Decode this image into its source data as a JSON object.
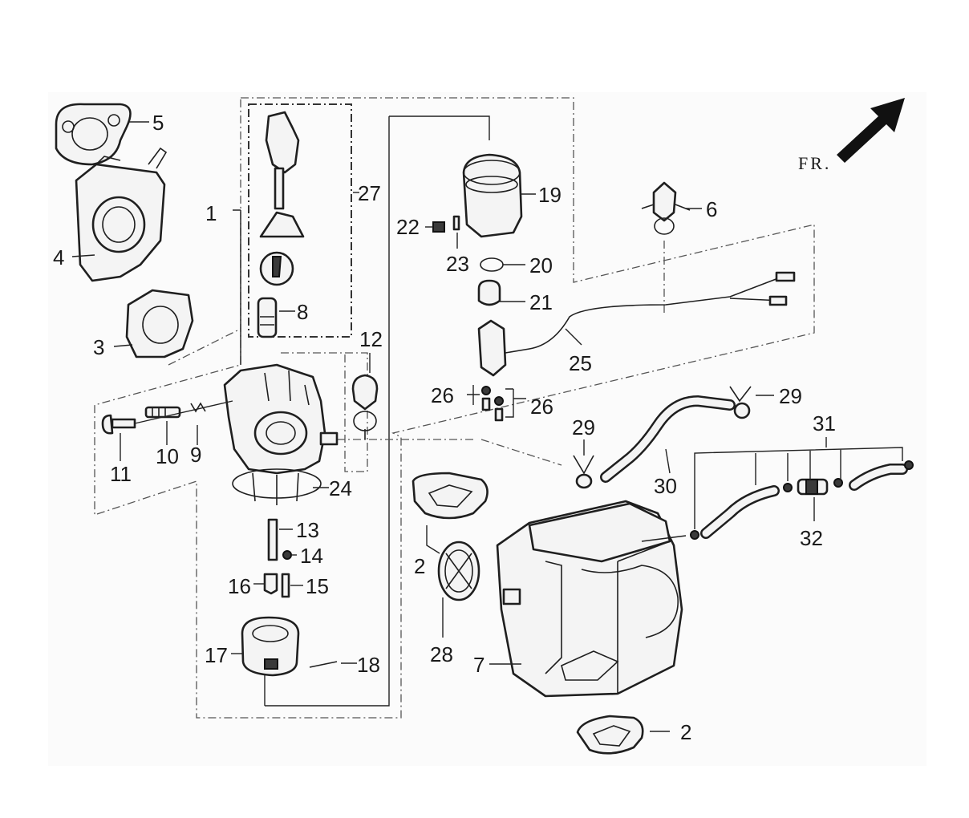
{
  "orientation_label": "FR.",
  "callouts": {
    "p1": "1",
    "p2a": "2",
    "p2b": "2",
    "p3": "3",
    "p4": "4",
    "p5": "5",
    "p6": "6",
    "p7": "7",
    "p8": "8",
    "p9": "9",
    "p10": "10",
    "p11": "11",
    "p12": "12",
    "p13": "13",
    "p14": "14",
    "p15": "15",
    "p16": "16",
    "p17": "17",
    "p18": "18",
    "p19": "19",
    "p20": "20",
    "p21": "21",
    "p22": "22",
    "p23": "23",
    "p24": "24",
    "p25": "25",
    "p26a": "26",
    "p26b": "26",
    "p27": "27",
    "p28": "28",
    "p29a": "29",
    "p29b": "29",
    "p30": "30",
    "p31": "31",
    "p32": "32"
  }
}
